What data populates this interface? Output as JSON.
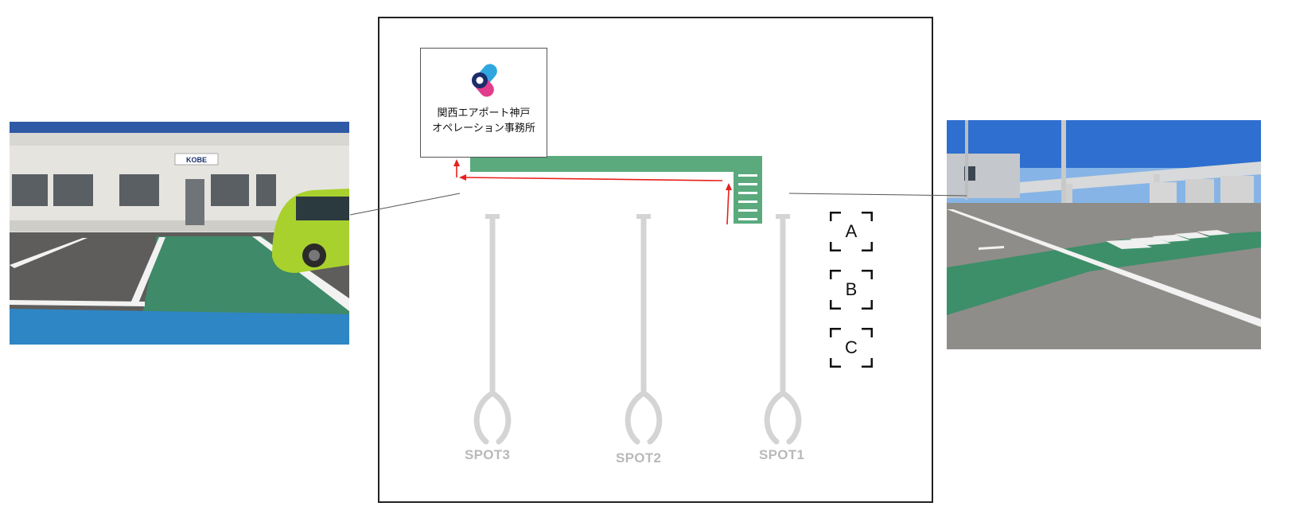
{
  "office": {
    "name_line1": "関西エアポート神戸",
    "name_line2": "オペレーション事務所",
    "logo": "kansai-airports-logo"
  },
  "parking_slots": [
    {
      "label": "A"
    },
    {
      "label": "B"
    },
    {
      "label": "C"
    }
  ],
  "spots": [
    {
      "label": "SPOT3"
    },
    {
      "label": "SPOT2"
    },
    {
      "label": "SPOT1"
    }
  ],
  "left_photo": {
    "sign_text": "KOBE"
  },
  "colors": {
    "walkway_green": "#5aaa7e",
    "route_red": "#e8201c",
    "spot_gray": "#d4d4d4",
    "frame": "#222222"
  }
}
